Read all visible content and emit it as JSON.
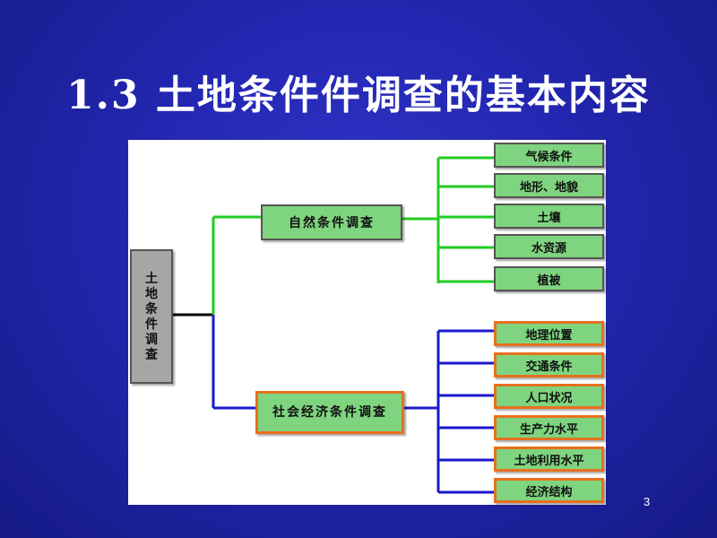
{
  "slide": {
    "title": "1.3 土地条件件调查的基本内容",
    "page_number": "3"
  },
  "diagram": {
    "root": {
      "label": "土\n地\n条\n件\n调\n查"
    },
    "branches": [
      {
        "label": "自然条件调查",
        "color": "#22cc22",
        "items": [
          "气候条件",
          "地形、地貌",
          "土壤",
          "水资源",
          "植被"
        ]
      },
      {
        "label": "社会经济条件调查",
        "color": "#1a1acc",
        "items": [
          "地理位置",
          "交通条件",
          "人口状况",
          "生产力水平",
          "土地利用水平",
          "经济结构"
        ]
      }
    ]
  }
}
